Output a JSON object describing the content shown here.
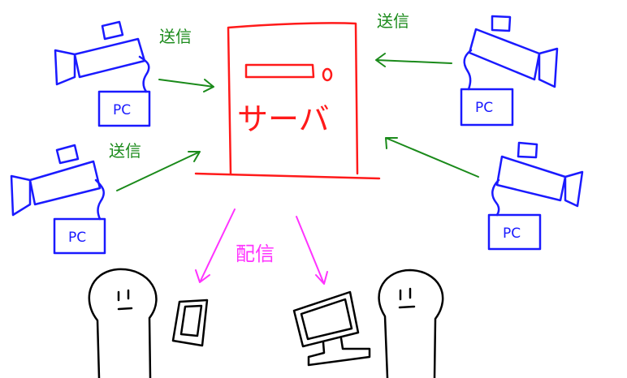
{
  "server": {
    "label": "サーバ",
    "color": "#ff1a1a"
  },
  "cameras": [
    {
      "pc_label": "PC",
      "send_label": "送信"
    },
    {
      "pc_label": "PC",
      "send_label": "送信"
    },
    {
      "pc_label": "PC",
      "send_label": "送信"
    },
    {
      "pc_label": "PC"
    }
  ],
  "distribution": {
    "label": "配信",
    "color": "#ff33ff"
  },
  "colors": {
    "camera": "#1a1aff",
    "send_arrow": "#1a8a1a",
    "person": "#000000"
  }
}
